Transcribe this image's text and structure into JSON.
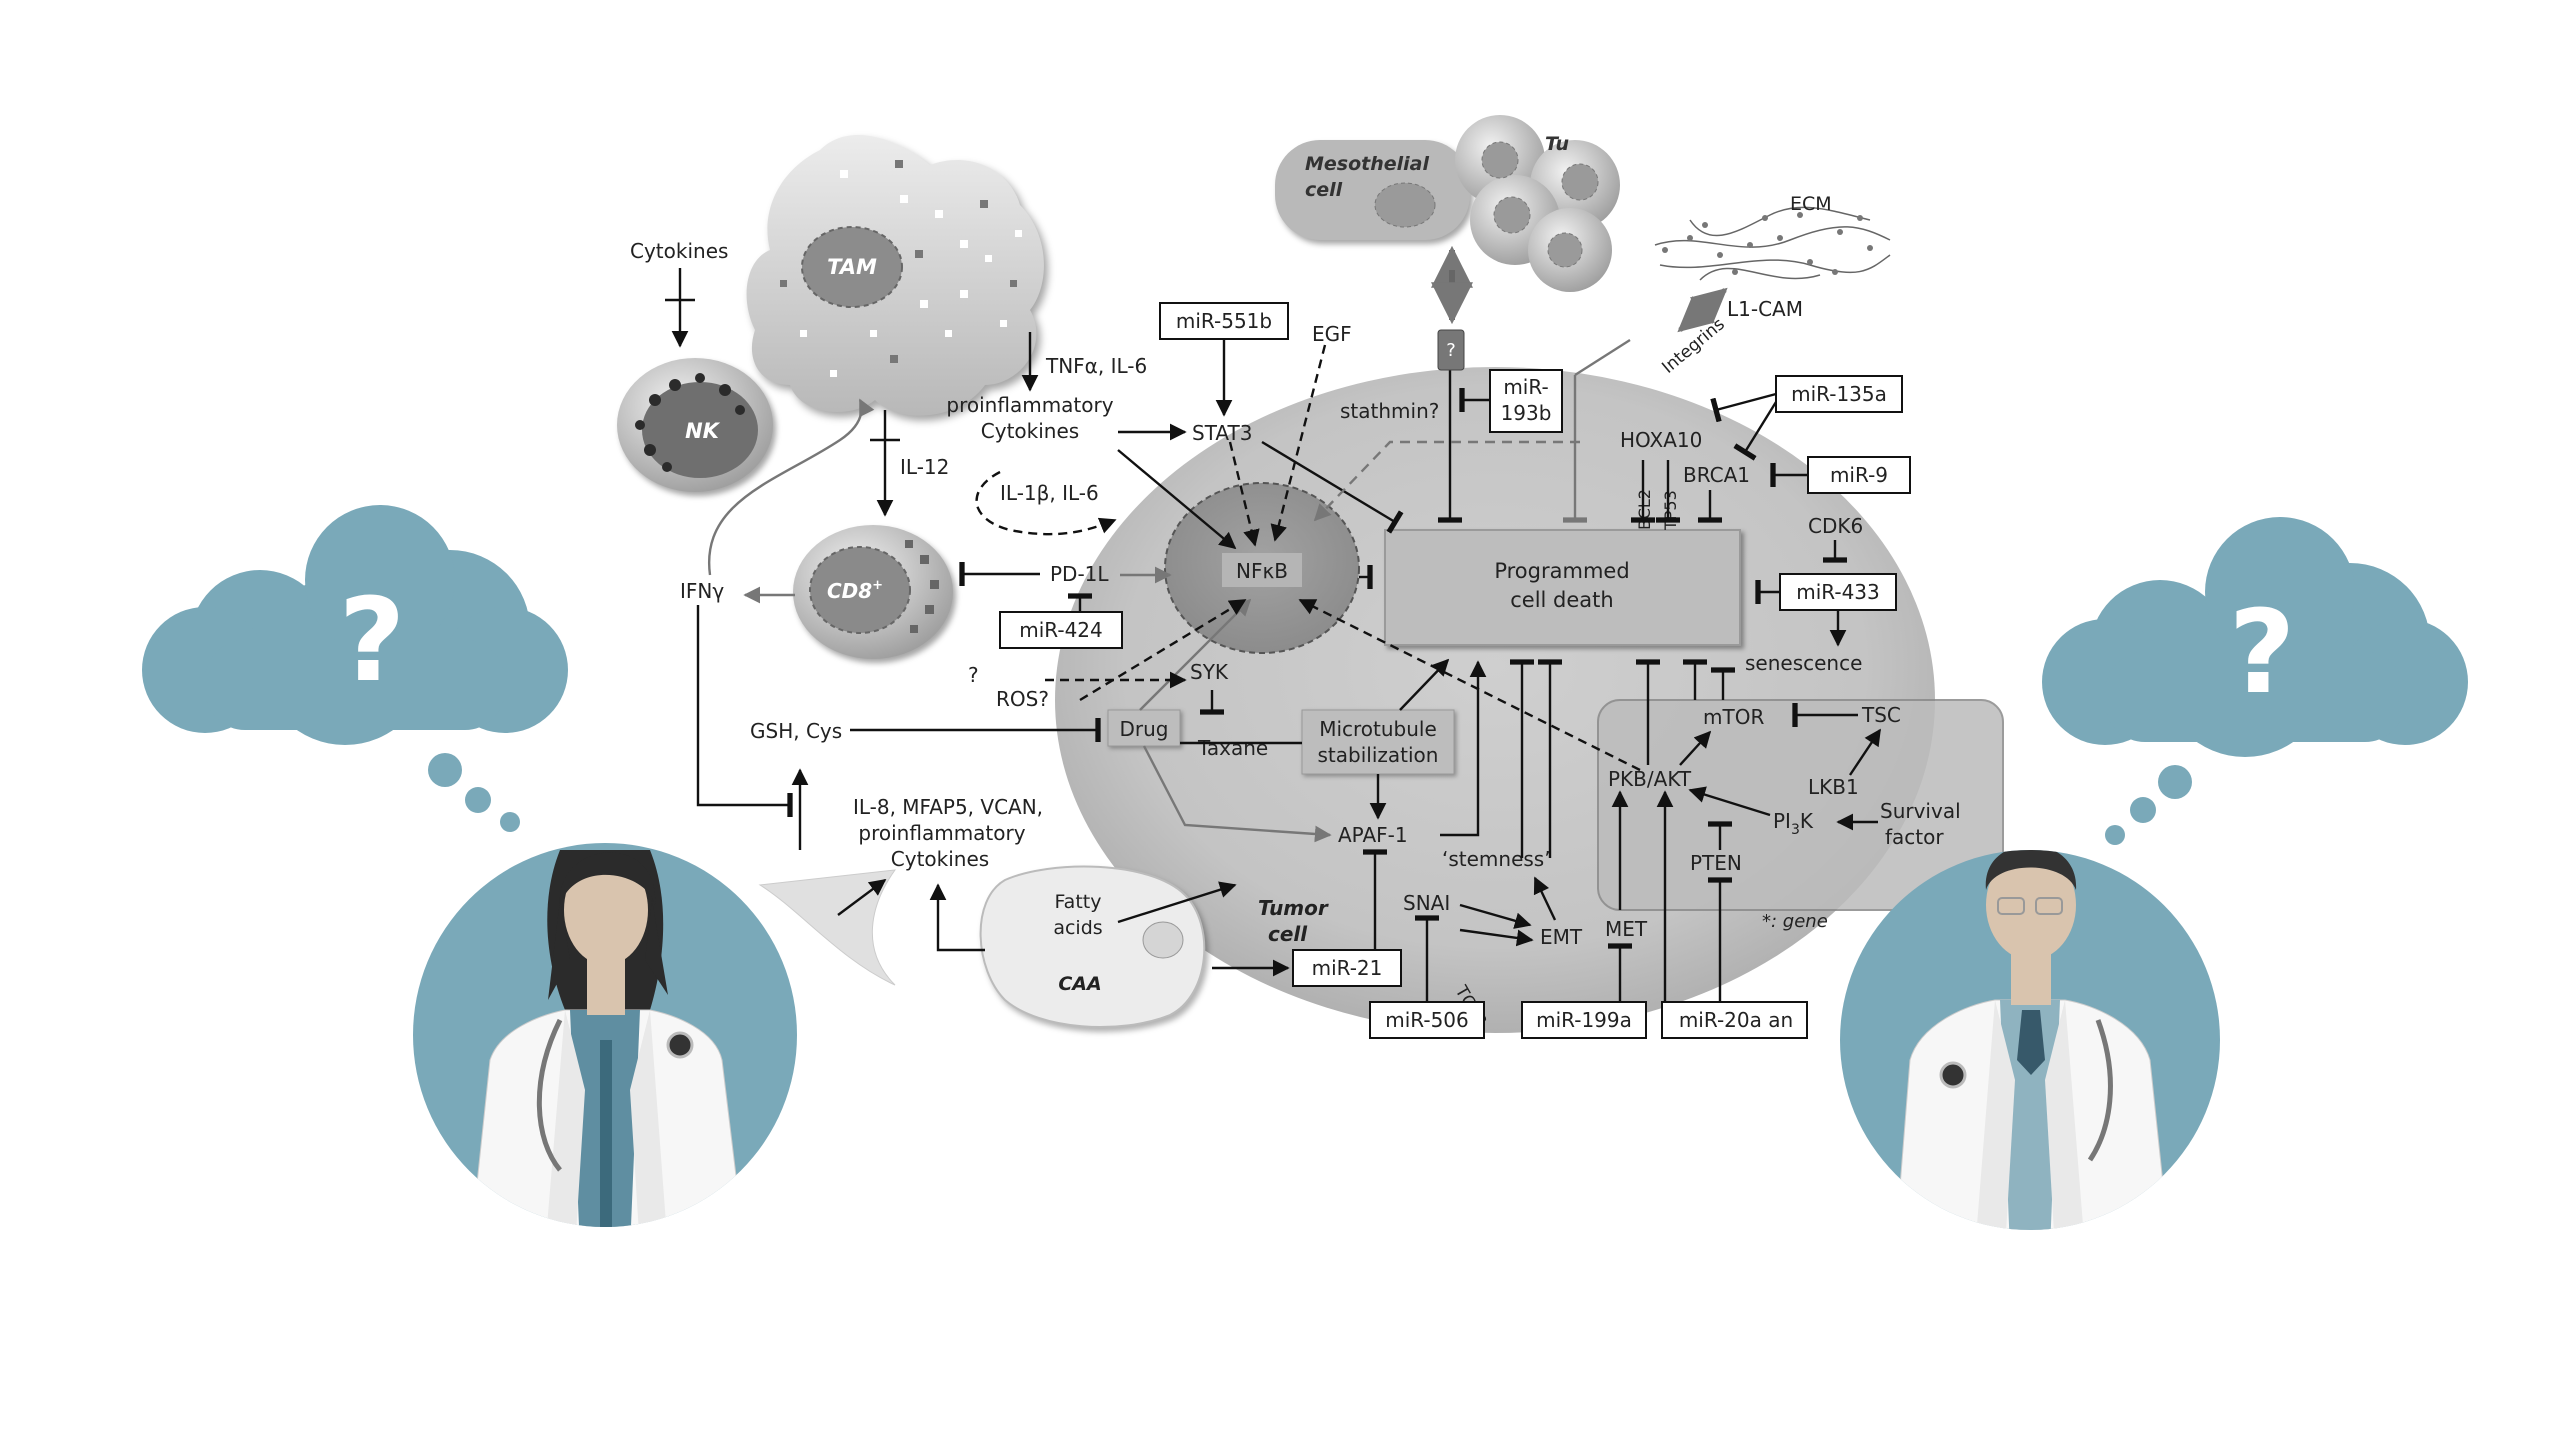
{
  "cells": {
    "tam": "TAM",
    "nk": "NK",
    "cd8": "CD8",
    "cd8_sup": "+",
    "mesothelial_line1": "Mesothelial",
    "mesothelial_line2": "cell",
    "tu": "Tu",
    "ecm": "ECM",
    "tumor_line1": "Tumor",
    "tumor_line2": "cell",
    "caa": "CAA",
    "fatty_line1": "Fatty",
    "fatty_line2": "acids"
  },
  "labels": {
    "cytokines": "Cytokines",
    "tnf_il6": "TNFα, IL-6",
    "proinflam_line1": "proinflammatory",
    "proinflam_line2": "Cytokines",
    "il12": "IL-12",
    "il1b_il6": "IL-1β, IL-6",
    "ifng": "IFNγ",
    "pd1l": "PD-1L",
    "gsh_cys": "GSH, Cys",
    "il8_line1": "IL-8, MFAP5, VCAN,",
    "il8_line2": "proinflammatory",
    "il8_line3": "Cytokines",
    "egf": "EGF",
    "stat3": "STAT3",
    "nfkb": "NFκB",
    "stathmin": "stathmin?",
    "question_mark": "?",
    "integrins": "Integrins",
    "l1cam": "L1-CAM",
    "hoxa10": "HOXA10",
    "bcl2": "BCL2",
    "tp53": "TP53",
    "brca1": "BRCA1",
    "cdk6": "CDK6",
    "senescence": "senescence",
    "pcd_line1": "Programmed",
    "pcd_line2": "cell death",
    "syk": "SYK",
    "ros": "ROS?",
    "drug": "Drug",
    "taxane": "Taxane",
    "microtubule_line1": "Microtubule",
    "microtubule_line2": "stabilization",
    "apaf1": "APAF-1",
    "stemness": "‘stemness’",
    "snai": "SNAI",
    "emt": "EMT",
    "tgfb": "TGFβ",
    "met": "MET",
    "mtor": "mTOR",
    "tsc": "TSC",
    "lkb1": "LKB1",
    "pkb_akt": "PKB/AKT",
    "pi3k": "PI",
    "pi3k_sub": "3",
    "pi3k_tail": "K",
    "pten": "PTEN",
    "survival_line1": "Survival",
    "survival_line2": "factor",
    "gene_note": "*: gene"
  },
  "mirnas": {
    "mir551b": "miR-551b",
    "mir193b_line1": "miR-",
    "mir193b_line2": "193b",
    "mir135a": "miR-135a",
    "mir9": "miR-9",
    "mir433": "miR-433",
    "mir424": "miR-424",
    "mir21": "miR-21",
    "mir506": "miR-506",
    "mir199a": "miR-199a",
    "mir20a": "miR-20a an"
  },
  "thought_bubbles": {
    "left_symbol": "?",
    "right_symbol": "?"
  },
  "colors": {
    "bubble": "#7aa9b9",
    "avatar_bg": "#7aa9b9",
    "cell_gray": "#c8c8c8",
    "box_gray": "#bdbdbd",
    "line": "#111111"
  }
}
